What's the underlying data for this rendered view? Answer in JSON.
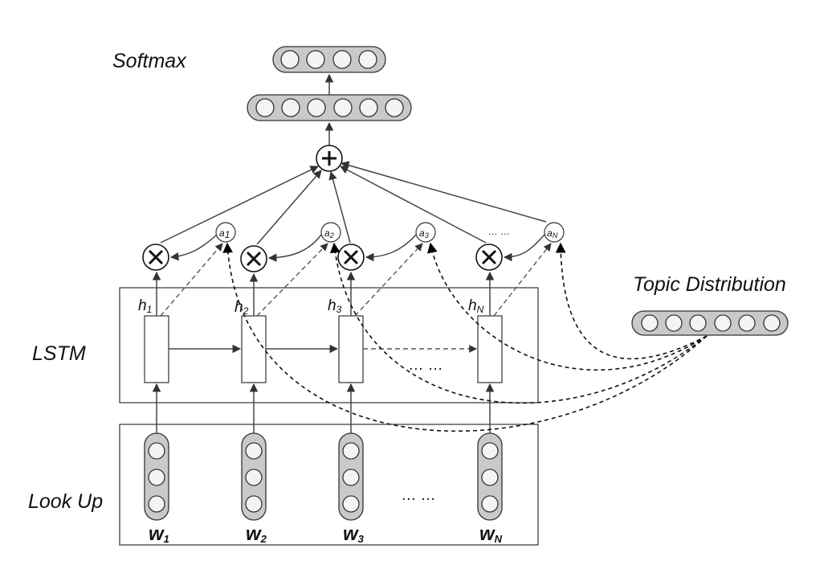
{
  "labels": {
    "softmax": "Softmax",
    "lstm": "LSTM",
    "lookup": "Look Up",
    "topic": "Topic Distribution",
    "plus": "+",
    "times": "×",
    "ellipsis": "… …"
  },
  "hidden": [
    {
      "base": "h",
      "sub": "1"
    },
    {
      "base": "h",
      "sub": "2"
    },
    {
      "base": "h",
      "sub": "3"
    },
    {
      "base": "h",
      "sub": "N"
    }
  ],
  "attention": [
    {
      "base": "a",
      "sub": "1"
    },
    {
      "base": "a",
      "sub": "2"
    },
    {
      "base": "a",
      "sub": "3"
    },
    {
      "base": "a",
      "sub": "N"
    }
  ],
  "words": [
    {
      "base": "w",
      "sub": "1"
    },
    {
      "base": "w",
      "sub": "2"
    },
    {
      "base": "w",
      "sub": "3"
    },
    {
      "base": "w",
      "sub": "N"
    }
  ]
}
